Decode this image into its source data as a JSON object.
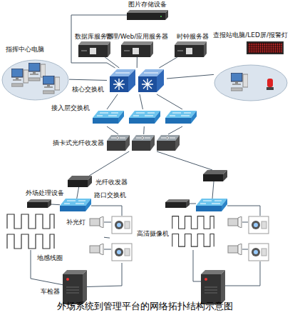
{
  "diagram": {
    "caption": "外场系统到管理平台的网络拓扑结构示意图",
    "nodes": [
      {
        "text": [
          "图片存储设备"
        ]
      },
      {
        "text": [
          "数据库服务器"
        ]
      },
      {
        "text": [
          "管理/Web/应用服务器"
        ]
      },
      {
        "text": [
          "时钟服务器"
        ]
      },
      {
        "text": [
          "指挥中心电脑"
        ]
      },
      {
        "text": [
          "核心交换机"
        ]
      },
      {
        "text": [
          "查报站电脑/LED屏/报警灯"
        ]
      },
      {
        "text": [
          "接入层交换机"
        ]
      },
      {
        "text": [
          "插卡式光纤收发器"
        ]
      },
      {
        "text": [
          "光纤收发器"
        ]
      },
      {
        "text": [
          "外场处理设备"
        ]
      },
      {
        "text": [
          "路口交换机"
        ]
      },
      {
        "text": [
          "补光灯"
        ]
      },
      {
        "text": [
          "高清摄像机"
        ]
      },
      {
        "text": [
          "地感线圈"
        ]
      },
      {
        "text": [
          "车检器"
        ]
      }
    ],
    "edges": [
      {
        "from": 0,
        "to": 5,
        "arrow": "none"
      },
      {
        "from": 1,
        "to": 5,
        "arrow": "none"
      },
      {
        "from": 2,
        "to": 5,
        "arrow": "none"
      },
      {
        "from": 3,
        "to": 5,
        "arrow": "none"
      },
      {
        "from": 4,
        "to": 5,
        "arrow": "none"
      },
      {
        "from": 6,
        "to": 5,
        "arrow": "none"
      },
      {
        "from": 5,
        "to": 7,
        "arrow": "none"
      },
      {
        "from": 7,
        "to": 8,
        "arrow": "none"
      },
      {
        "from": 8,
        "to": 9,
        "arrow": "none"
      },
      {
        "from": 9,
        "to": 11,
        "arrow": "none"
      },
      {
        "from": 10,
        "to": 11,
        "arrow": "none"
      },
      {
        "from": 11,
        "to": 13,
        "arrow": "none"
      },
      {
        "from": 12,
        "to": 13,
        "arrow": "none"
      },
      {
        "from": 13,
        "to": 15,
        "arrow": "none"
      },
      {
        "from": 14,
        "to": 15,
        "arrow": "none"
      }
    ]
  }
}
